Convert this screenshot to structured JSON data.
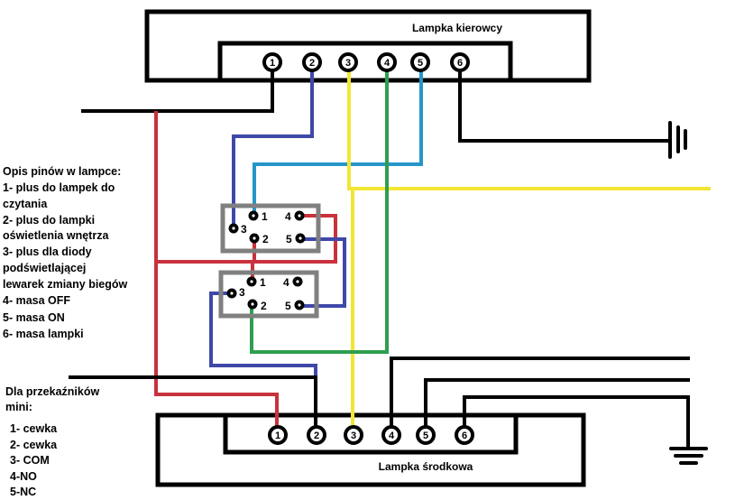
{
  "wire_colors": {
    "black": "#000000",
    "red": "#c8323c",
    "blue": "#3f48a8",
    "light_blue": "#2596c8",
    "yellow": "#f2e634",
    "green": "#2e9e4f",
    "relay_box": "#808080"
  },
  "top_lamp": {
    "label": "Lampka kierowcy",
    "pins": [
      "1",
      "2",
      "3",
      "4",
      "5",
      "6"
    ]
  },
  "bottom_lamp": {
    "label": "Lampka środkowa",
    "pins": [
      "1",
      "2",
      "3",
      "4",
      "5",
      "6"
    ]
  },
  "relay_1": {
    "pins": [
      "1",
      "2",
      "3",
      "4",
      "5"
    ]
  },
  "relay_2": {
    "pins": [
      "1",
      "2",
      "3",
      "4",
      "5"
    ]
  },
  "pin_description": {
    "title": "Opis pinów w lampce:",
    "lines": [
      "1- plus do lampek do",
      "czytania",
      "2- plus do lampki",
      "oświetlenia  wnętrza",
      "3- plus dla diody",
      "podświetlającej",
      "lewarek zmiany biegów",
      "4- masa OFF",
      "5- masa ON",
      "6- masa lampki"
    ]
  },
  "relay_description": {
    "title_lines": [
      "Dla przekaźników",
      "mini:"
    ],
    "items": [
      "1- cewka",
      "2- cewka",
      "3- COM",
      "4-NO",
      "5-NC"
    ]
  }
}
